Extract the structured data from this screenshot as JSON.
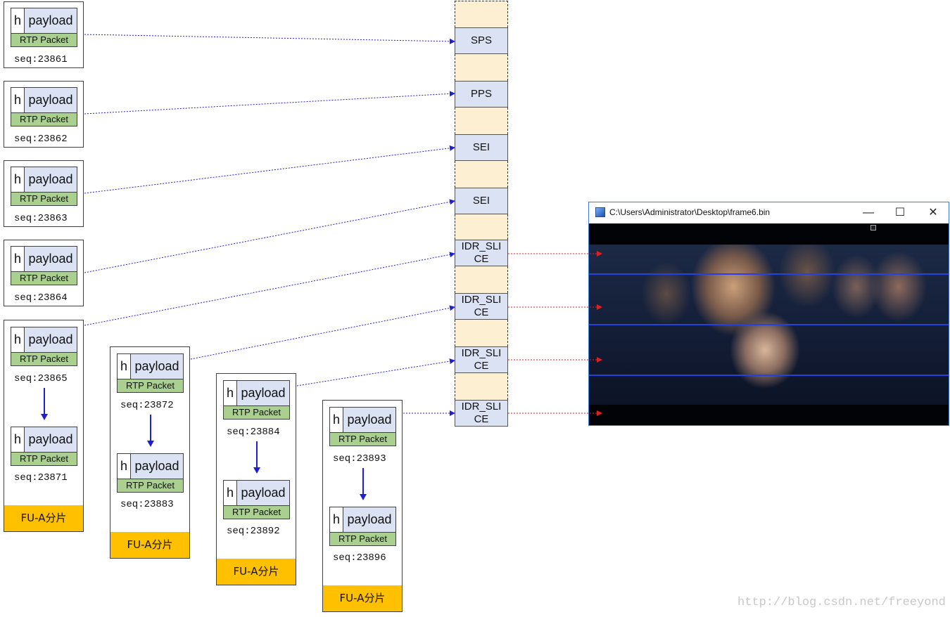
{
  "labels": {
    "h": "h",
    "payload": "payload",
    "rtp": "RTP Packet",
    "fua": "FU-A分片"
  },
  "single_packets": [
    {
      "seq": "seq:23861"
    },
    {
      "seq": "seq:23862"
    },
    {
      "seq": "seq:23863"
    },
    {
      "seq": "seq:23864"
    }
  ],
  "fua_groups": [
    {
      "first_seq": "seq:23865",
      "last_seq": "seq:23871"
    },
    {
      "first_seq": "seq:23872",
      "last_seq": "seq:23883"
    },
    {
      "first_seq": "seq:23884",
      "last_seq": "seq:23892"
    },
    {
      "first_seq": "seq:23893",
      "last_seq": "seq:23896"
    }
  ],
  "nal_units": [
    {
      "label": "SPS"
    },
    {
      "label": "PPS"
    },
    {
      "label": "SEI"
    },
    {
      "label": "SEI"
    },
    {
      "label": "IDR_SLICE"
    },
    {
      "label": "IDR_SLICE"
    },
    {
      "label": "IDR_SLICE"
    },
    {
      "label": "IDR_SLICE"
    }
  ],
  "viewer": {
    "title": "C:\\Users\\Administrator\\Desktop\\frame6.bin",
    "minimize": "—",
    "maximize": "☐",
    "close": "✕"
  },
  "watermark": "http://blog.csdn.net/freeyond",
  "colors": {
    "payload": "#dbe2f3",
    "rtp_packet": "#a9d08e",
    "fua_bar": "#ffc000",
    "nal_gap": "#fdf0d2",
    "blue_arrow": "#1f1fd0",
    "red_arrow": "#e02020",
    "slice_line": "#2b3fe0"
  }
}
